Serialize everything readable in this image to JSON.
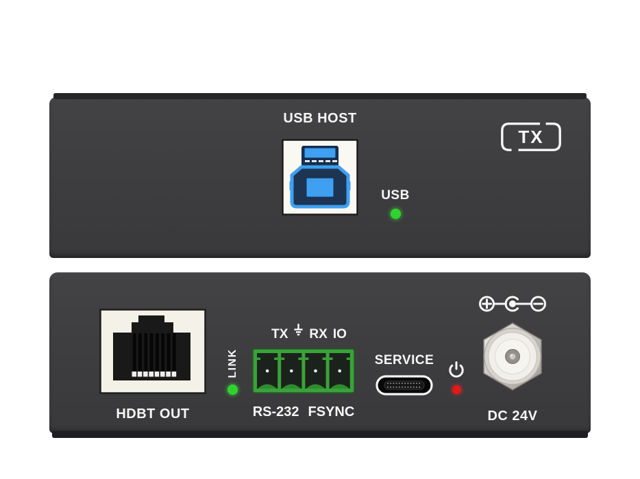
{
  "top_panel": {
    "usb_host_label": "USB HOST",
    "usb_led_label": "USB",
    "badge_label": "TX"
  },
  "bottom_panel": {
    "hdbt_port_label": "HDBT OUT",
    "link_led_label": "LINK",
    "terminal_top": {
      "tx": "TX",
      "rx": "RX",
      "io": "IO"
    },
    "terminal_bottom": {
      "rs232": "RS-232",
      "fsync": "FSYNC"
    },
    "service_label": "SERVICE",
    "dc_label": "DC 24V"
  },
  "leds": {
    "usb": {
      "color": "#2fd32f",
      "state": "on"
    },
    "link": {
      "color": "#2fd32f",
      "state": "on"
    },
    "power": {
      "color": "#e51717",
      "state": "on"
    }
  },
  "icons": {
    "ground": "earth-ground-icon",
    "power": "power-icon",
    "polarity": "dc-polarity-center-positive-icon"
  },
  "colors": {
    "background": "#ffffff",
    "panel_body": "#3e3e40",
    "panel_edge": "#27272a",
    "label_text": "#f7f7f7",
    "terminal_green": "#3aa23a",
    "usb_blue": "#3f9ff0",
    "usb_navy": "#1c3554",
    "bezel_cream": "#f4f1e8",
    "led_green": "#2fd32f",
    "led_red": "#e51717"
  }
}
